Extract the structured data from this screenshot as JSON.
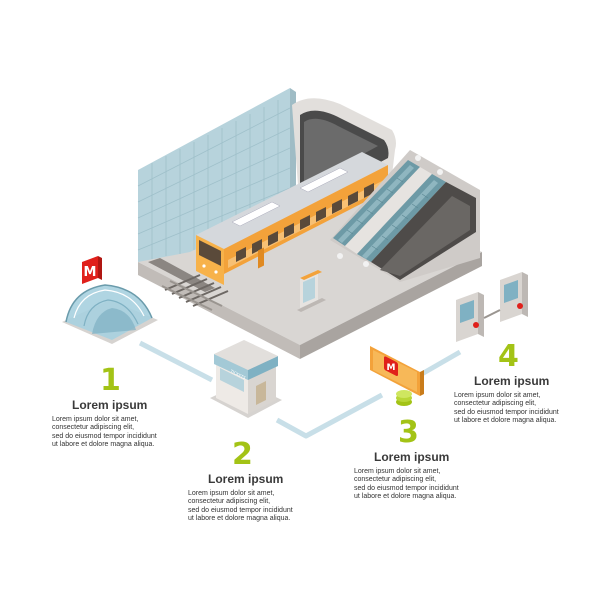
{
  "colors": {
    "accent_green": "#a3c316",
    "connector": "#c8dfe8",
    "metro_red": "#e0201b",
    "train_orange": "#f3a23a"
  },
  "icons": [
    "metro-logo-icon",
    "escalator-icon",
    "turnstile-icon",
    "ticket-kiosk-icon",
    "billboard-icon",
    "coin-icon"
  ],
  "sign": {
    "m": "M",
    "kiosk_text": "TICKETS"
  },
  "steps": [
    {
      "number": "1",
      "title": "Lorem ipsum",
      "text": "Lorem ipsum dolor sit amet,\nconsectetur adipiscing elit,\nsed do eiusmod tempor incididunt\nut labore et dolore magna aliqua."
    },
    {
      "number": "2",
      "title": "Lorem ipsum",
      "text": "Lorem ipsum dolor sit amet,\nconsectetur adipiscing elit,\nsed do eiusmod tempor incididunt\nut labore et dolore magna aliqua."
    },
    {
      "number": "3",
      "title": "Lorem ipsum",
      "text": "Lorem ipsum dolor sit amet,\nconsectetur adipiscing elit,\nsed do eiusmod tempor incididunt\nut labore et dolore magna aliqua."
    },
    {
      "number": "4",
      "title": "Lorem ipsum",
      "text": "Lorem ipsum dolor sit amet,\nconsectetur adipiscing elit,\nsed do eiusmod tempor incididunt\nut labore et dolore magna aliqua."
    }
  ]
}
